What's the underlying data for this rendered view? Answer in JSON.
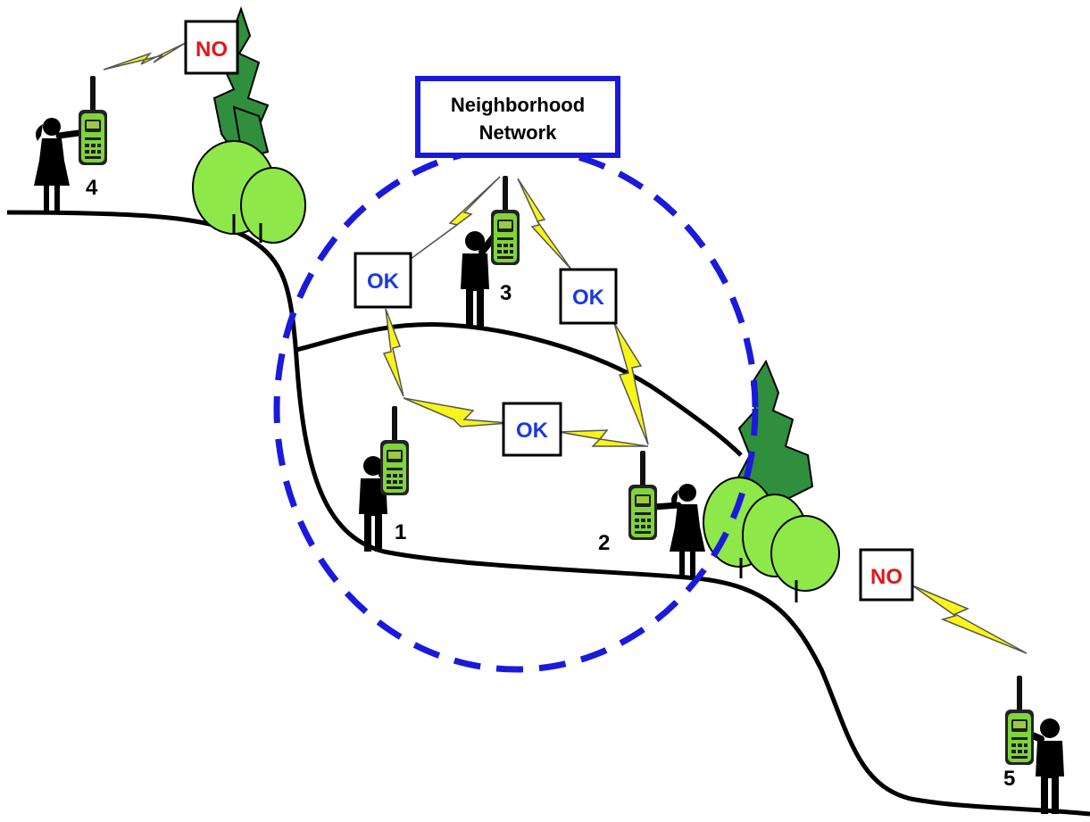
{
  "title_box": {
    "line1": "Neighborhood",
    "line2": "Network"
  },
  "labels": {
    "no": "NO",
    "ok": "OK"
  },
  "people": [
    {
      "id": "person-1",
      "number": "1"
    },
    {
      "id": "person-2",
      "number": "2"
    },
    {
      "id": "person-3",
      "number": "3"
    },
    {
      "id": "person-4",
      "number": "4"
    },
    {
      "id": "person-5",
      "number": "5"
    }
  ],
  "colors": {
    "network_blue": "#1a1adb",
    "ok_text": "#1a3adb",
    "no_text": "#e01818",
    "bolt": "#f8f518",
    "tree_light": "#8ee84a",
    "tree_dark": "#2f8f3c",
    "radio_green": "#7fd43a"
  }
}
